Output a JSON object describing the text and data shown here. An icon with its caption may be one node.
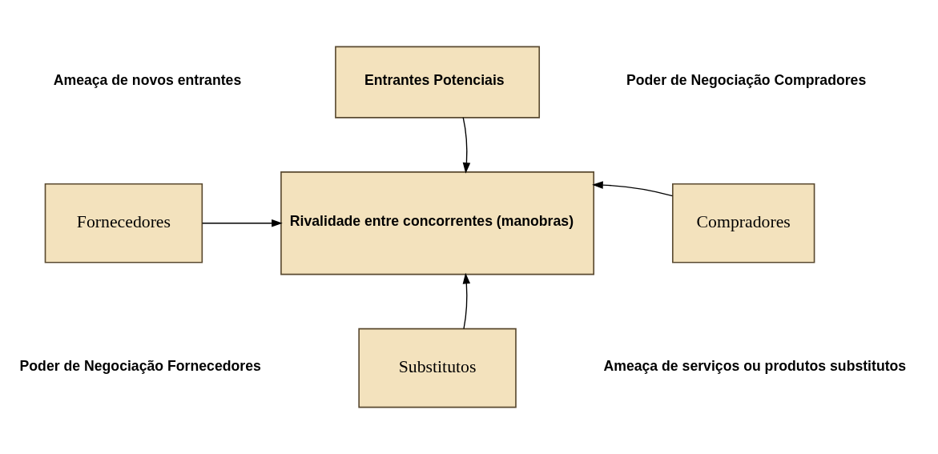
{
  "diagram": {
    "nodes": [
      {
        "text": [
          "Entrantes Potenciais"
        ]
      },
      {
        "text": [
          "Fornecedores"
        ]
      },
      {
        "text": [
          "Rivalidade entre concorrentes (manobras)"
        ]
      },
      {
        "text": [
          "Compradores"
        ]
      },
      {
        "text": [
          "Substitutos"
        ]
      }
    ],
    "edges": [
      {
        "from": 0,
        "to": 2,
        "arrow": "to"
      },
      {
        "from": 1,
        "to": 2,
        "arrow": "to"
      },
      {
        "from": 3,
        "to": 2,
        "arrow": "to"
      },
      {
        "from": 4,
        "to": 2,
        "arrow": "to"
      }
    ],
    "labels": [
      "Ameaça de novos entrantes",
      "Poder de Negociação Compradores",
      "Poder de Negociação Fornecedores",
      "Ameaça de serviços ou produtos substitutos"
    ]
  }
}
